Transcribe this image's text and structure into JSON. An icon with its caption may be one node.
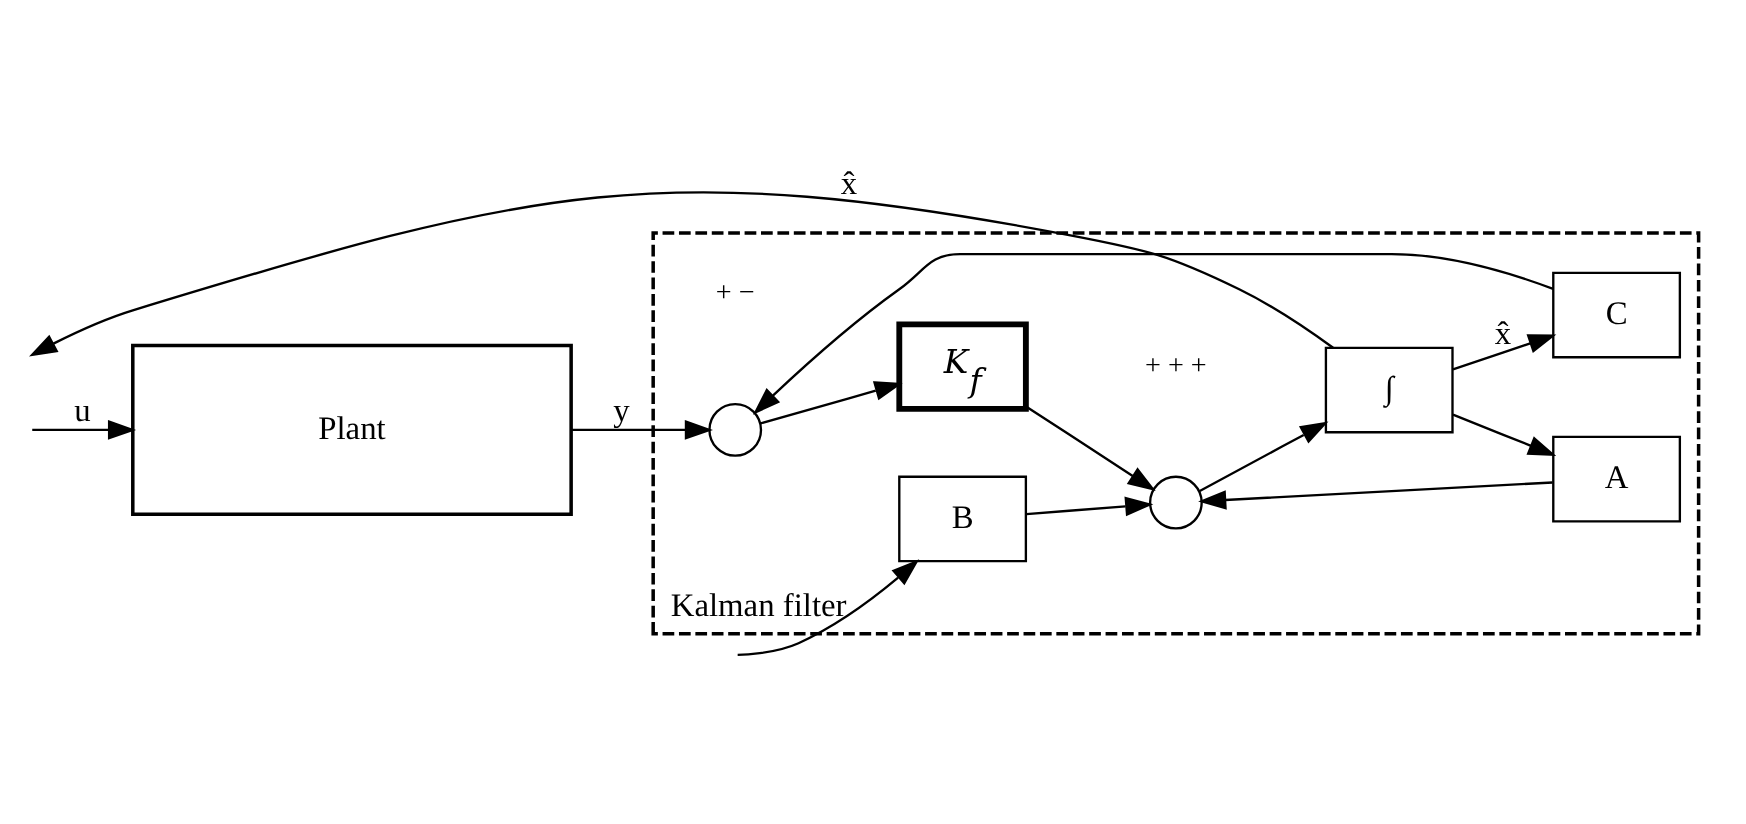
{
  "diagram": {
    "nodes": [
      {
        "text": [
          "Kalman filter"
        ]
      },
      {
        "text": [
          "Plant"
        ]
      },
      {
        "text": [],
        "shape": "circle",
        "in": 0,
        "beside": [
          "+",
          "−"
        ]
      },
      {
        "text": [
          "*K*$_{f}$"
        ],
        "in": 0
      },
      {
        "text": [
          "B"
        ],
        "in": 0
      },
      {
        "text": [],
        "shape": "circle",
        "in": 0,
        "beside": [
          "+",
          "+",
          "+"
        ]
      },
      {
        "text": [
          "∫"
        ],
        "in": 0
      },
      {
        "text": [
          "C"
        ],
        "in": 0
      },
      {
        "text": [
          "A"
        ],
        "in": 0
      }
    ],
    "edges": [
      {
        "from": null,
        "to": 1,
        "arrow": "to",
        "label": "u"
      },
      {
        "from": null,
        "to": 4,
        "arrow": "to"
      },
      {
        "from": 1,
        "to": 2,
        "arrow": "to",
        "label": "y"
      },
      {
        "from": 7,
        "to": 2,
        "arrow": "to"
      },
      {
        "from": 2,
        "to": 3,
        "arrow": "to"
      },
      {
        "from": 3,
        "to": 5,
        "arrow": "to"
      },
      {
        "from": 4,
        "to": 5,
        "arrow": "to"
      },
      {
        "from": 8,
        "to": 5,
        "arrow": "to"
      },
      {
        "from": 5,
        "to": 6,
        "arrow": "to"
      },
      {
        "from": 6,
        "to": 7,
        "arrow": "to",
        "label": "x̂"
      },
      {
        "from": 6,
        "to": 8,
        "arrow": "to"
      },
      {
        "from": 6,
        "to": null,
        "arrow": "to",
        "label": "x̂"
      }
    ]
  }
}
